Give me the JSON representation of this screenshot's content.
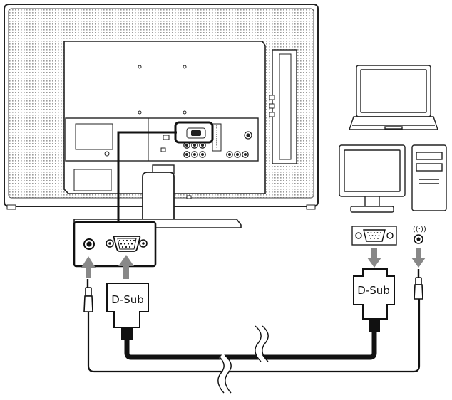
{
  "connectors": {
    "left_label": "D-Sub",
    "right_label": "D-Sub"
  },
  "icons": [
    "tv-back-panel",
    "laptop-icon",
    "desktop-pc-icon",
    "vga-port-icon",
    "audio-jack-icon",
    "audio-plug-icon",
    "dsub-connector-icon",
    "arrow-up-icon",
    "arrow-down-icon"
  ]
}
